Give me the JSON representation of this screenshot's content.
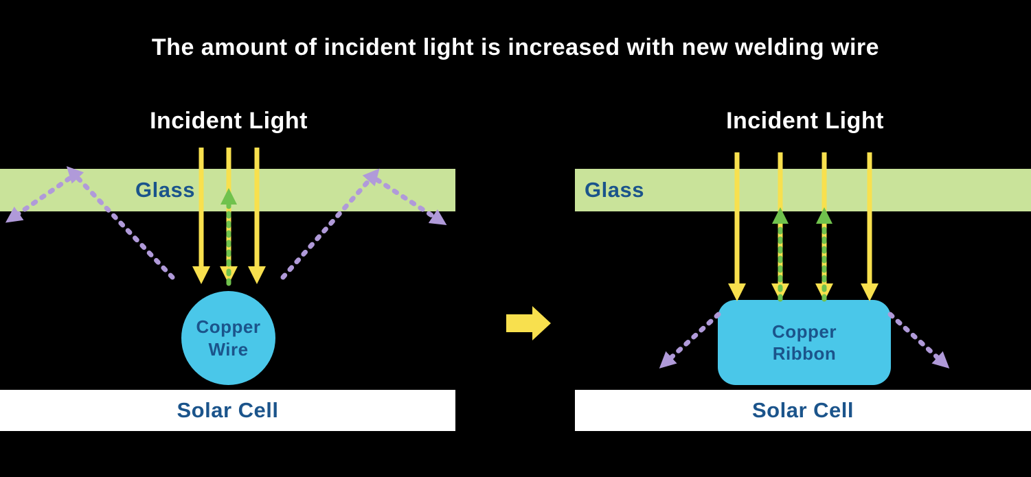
{
  "title": "The amount of incident light is increased with new welding wire",
  "colors": {
    "background": "#000000",
    "title_text": "#ffffff",
    "glass_band": "#c9e39a",
    "navy_text": "#1b548b",
    "incident_yellow": "#f8e04e",
    "reflected_green": "#70c24d",
    "scattered_purple": "#b09ad9",
    "copper_cyan": "#4ac7e9",
    "solar_white": "#ffffff"
  },
  "left_panel": {
    "incident_light_label": "Incident Light",
    "glass_label": "Glass",
    "copper_line1": "Copper",
    "copper_line2": "Wire",
    "solar_cell_label": "Solar Cell"
  },
  "right_panel": {
    "incident_light_label": "Incident Light",
    "glass_label": "Glass",
    "copper_line1": "Copper",
    "copper_line2": "Ribbon",
    "solar_cell_label": "Solar Cell"
  },
  "icons": {
    "incident_arrow": "↓",
    "reflected_arrow": "↑",
    "scattered_arrow": "↘",
    "transition_arrow": "→"
  }
}
